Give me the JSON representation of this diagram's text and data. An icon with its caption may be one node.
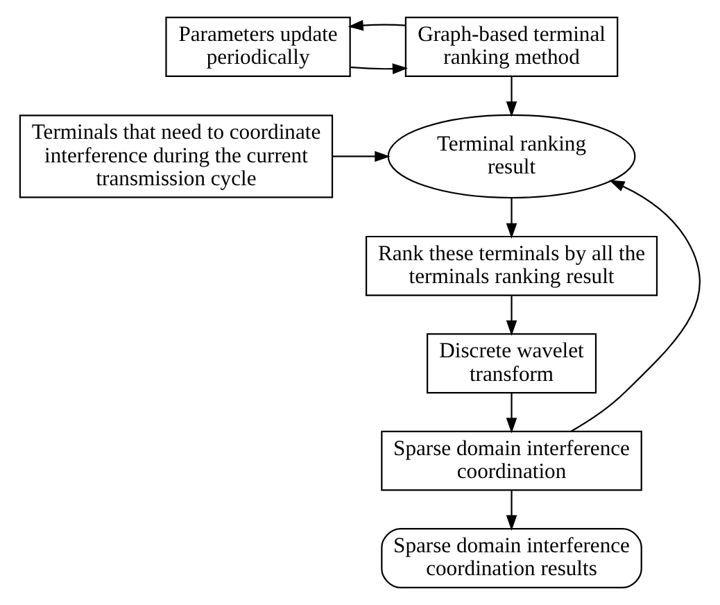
{
  "diagram": {
    "nodes": [
      {
        "text": [
          "Parameters update periodically"
        ]
      },
      {
        "text": [
          "Graph-based terminal ranking method"
        ]
      },
      {
        "text": [
          "Terminals that need to coordinate interference during the current transmission cycle"
        ]
      },
      {
        "text": [
          "Terminal ranking result"
        ]
      },
      {
        "text": [
          "Rank these terminals by all the terminals ranking result"
        ]
      },
      {
        "text": [
          "Discrete wavelet transform"
        ]
      },
      {
        "text": [
          "Sparse domain interference coordination"
        ]
      },
      {
        "text": [
          "Sparse domain interference coordination results"
        ]
      }
    ],
    "edges": [
      {
        "from": 0,
        "to": 1,
        "arrow": "to"
      },
      {
        "from": 1,
        "to": 0,
        "arrow": "to"
      },
      {
        "from": 1,
        "to": 3,
        "arrow": "to"
      },
      {
        "from": 2,
        "to": 3,
        "arrow": "to"
      },
      {
        "from": 3,
        "to": 4,
        "arrow": "to"
      },
      {
        "from": 4,
        "to": 5,
        "arrow": "to"
      },
      {
        "from": 5,
        "to": 6,
        "arrow": "to"
      },
      {
        "from": 6,
        "to": 3,
        "arrow": "to"
      },
      {
        "from": 6,
        "to": 7,
        "arrow": "to"
      }
    ]
  }
}
